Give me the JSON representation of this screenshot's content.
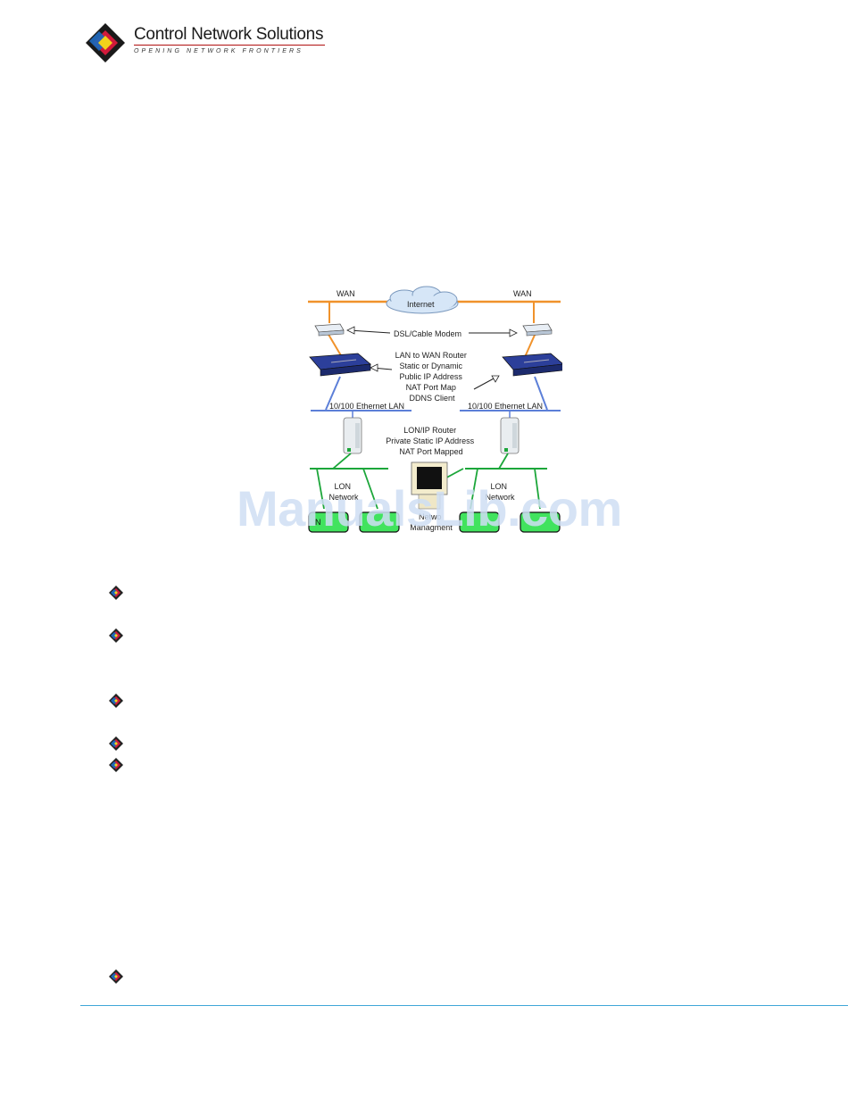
{
  "header": {
    "company_name": "Control Network Solutions",
    "tagline": "OPENING NETWORK FRONTIERS"
  },
  "diagram": {
    "wan_left": "WAN",
    "wan_right": "WAN",
    "internet": "Internet",
    "modem_label": "DSL/Cable Modem",
    "router_lines": [
      "LAN to WAN Router",
      "Static or Dynamic",
      "Public IP Address",
      "NAT Port Map",
      "DDNS Client"
    ],
    "ethernet_left": "10/100 Ethernet LAN",
    "ethernet_right": "10/100 Ethernet LAN",
    "lonip_lines": [
      "LON/IP Router",
      "Private Static IP Address",
      "NAT Port Mapped"
    ],
    "lon_left": [
      "LON",
      "Network"
    ],
    "lon_right": [
      "LON",
      "Network"
    ],
    "mgmt_lines": [
      "Netwo",
      "Managment"
    ],
    "node_labels": [
      "N",
      "",
      "",
      ""
    ]
  },
  "watermark": "ManualsLib.com",
  "colors": {
    "wan": "#f0922b",
    "lan": "#5c7fd8",
    "lon": "#1ca63a",
    "node_fill": "#41e35e",
    "footer_rule": "#3fa7d8",
    "watermark": "#cfdff4"
  }
}
